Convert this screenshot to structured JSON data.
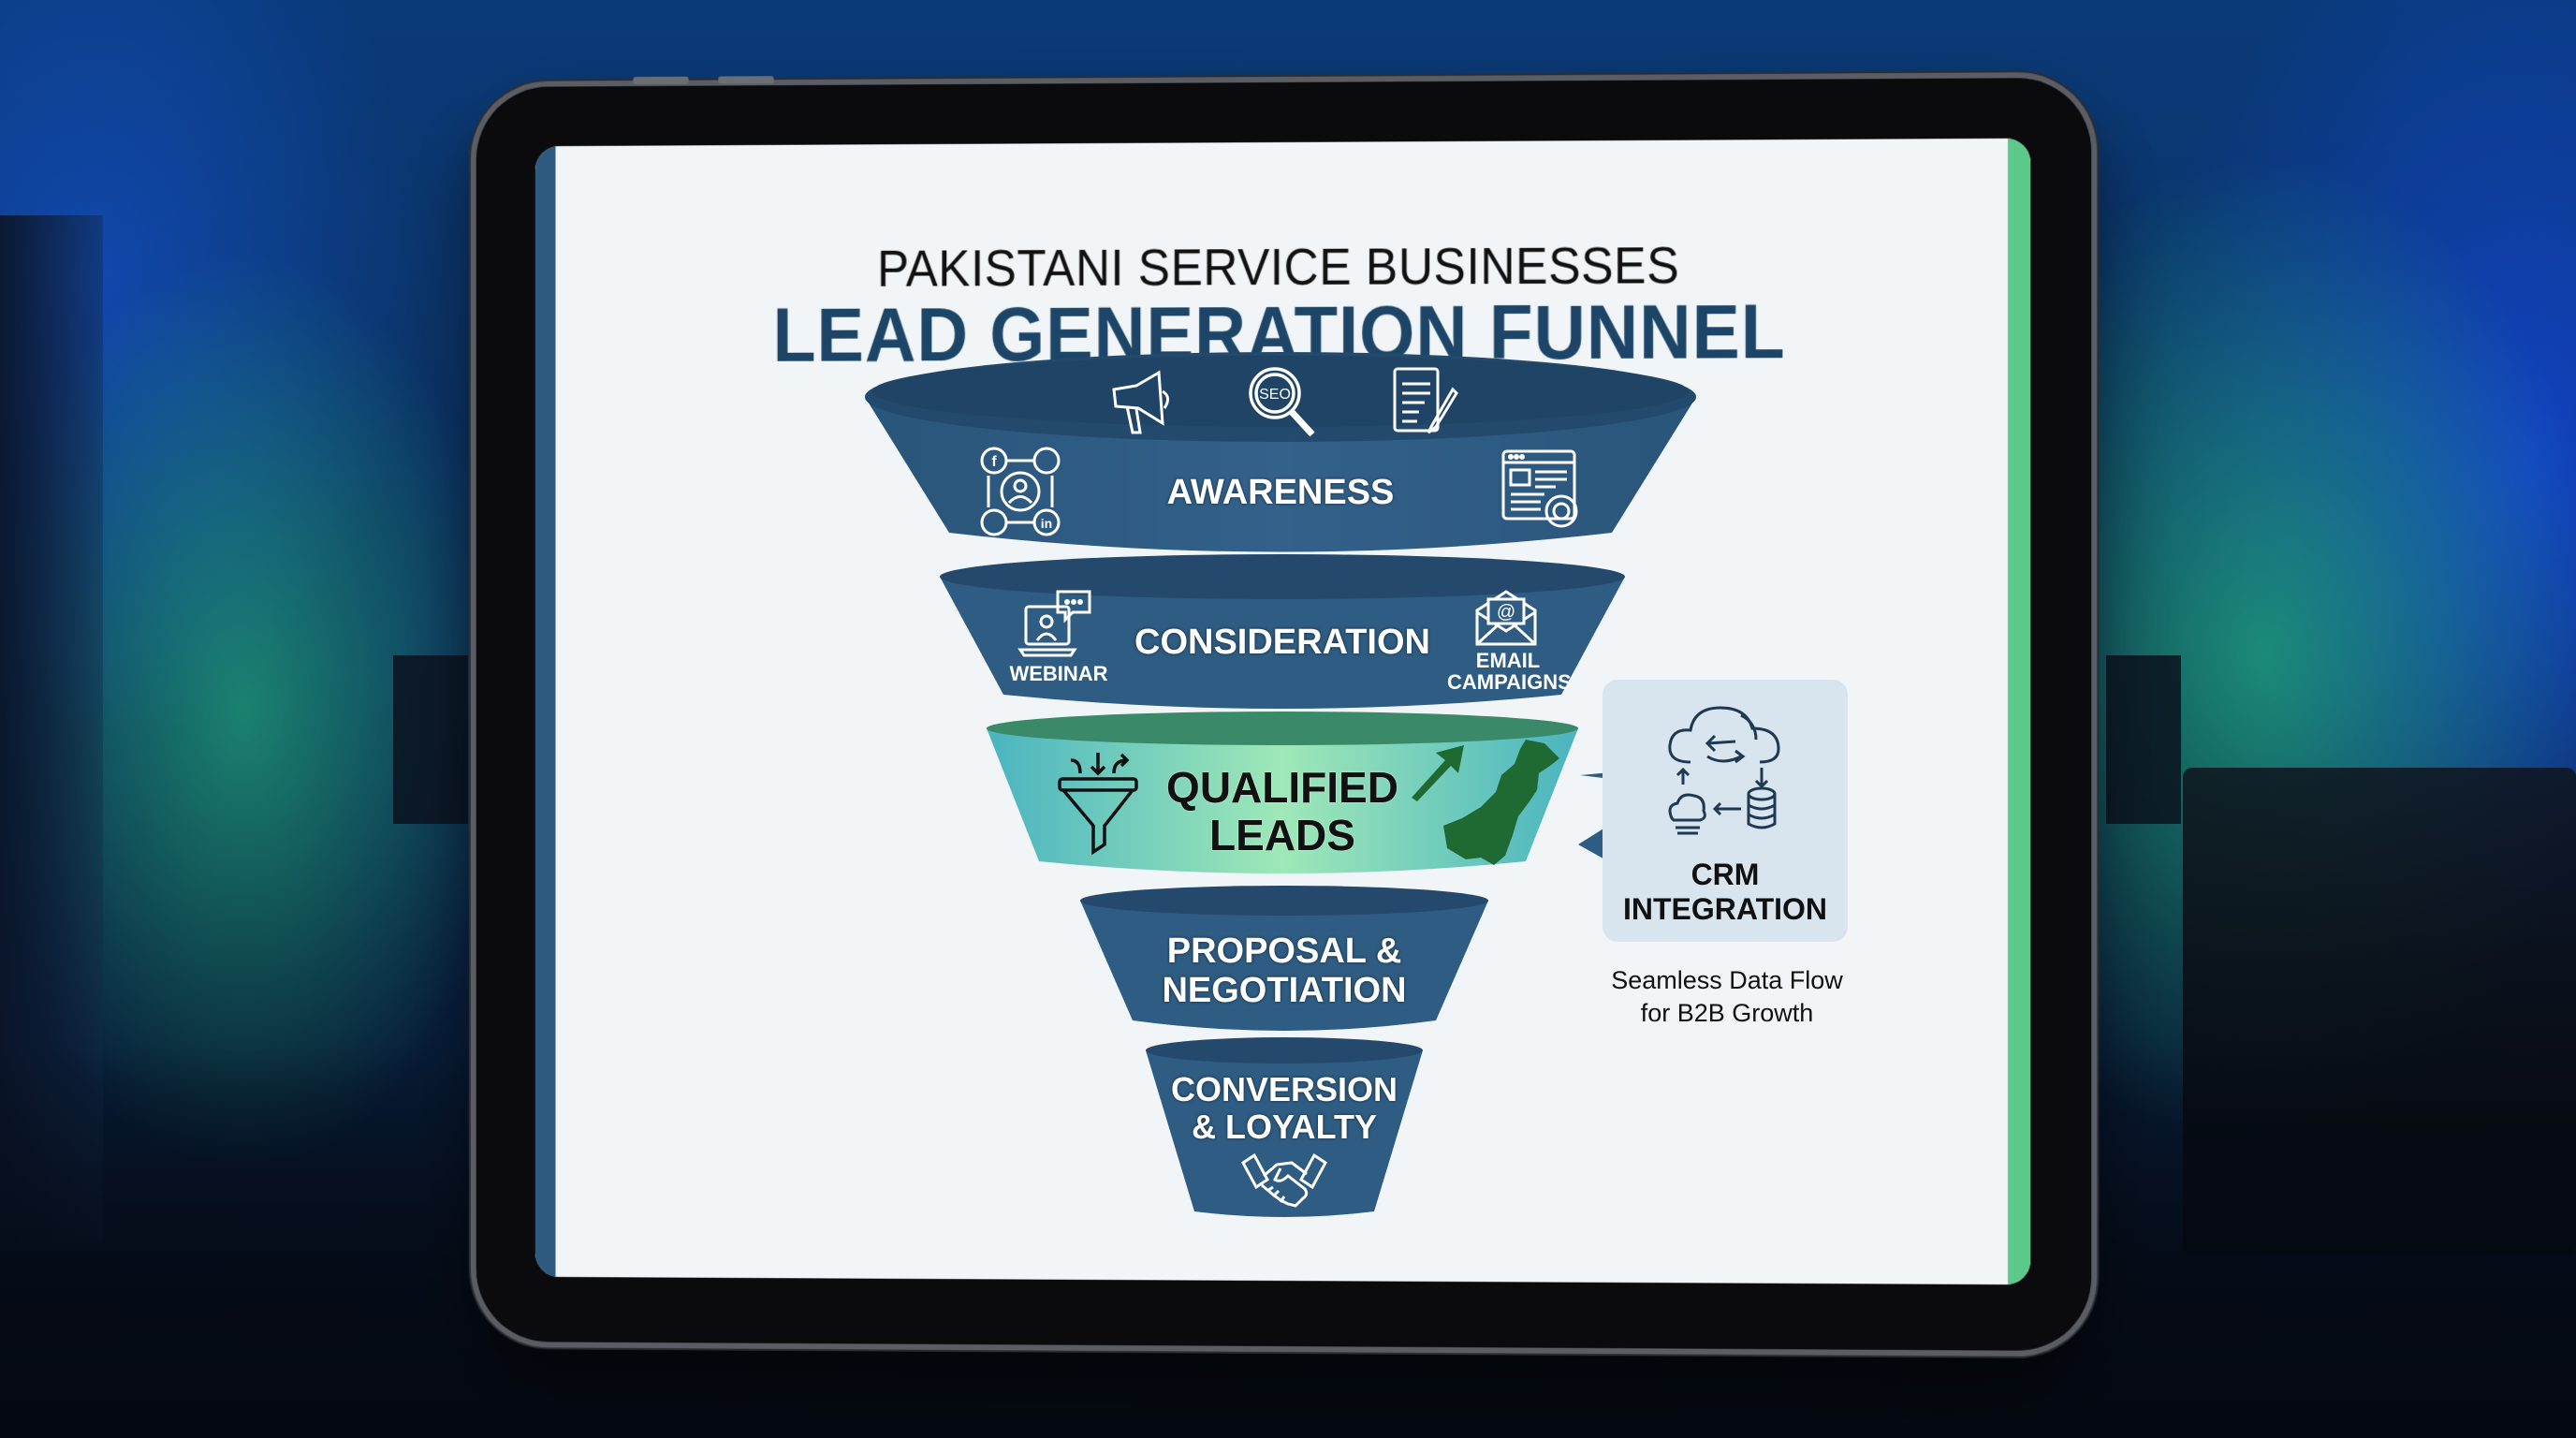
{
  "header": {
    "subtitle": "PAKISTANI SERVICE BUSINESSES",
    "title": "LEAD GENERATION FUNNEL"
  },
  "funnel": {
    "stages": [
      {
        "label": "AWARENESS",
        "color": "#2f5c82",
        "icons": [
          "megaphone-icon",
          "seo-search-icon",
          "content-writing-icon",
          "social-media-network-icon",
          "web-settings-icon"
        ]
      },
      {
        "label": "CONSIDERATION",
        "color": "#2f5c82",
        "icons": [
          "webinar-icon",
          "email-campaign-icon"
        ],
        "icon_labels": {
          "webinar": "WEBINAR",
          "email": "EMAIL CAMPAIGNS"
        }
      },
      {
        "label_line1": "QUALIFIED",
        "label_line2": "LEADS",
        "color": "#7fd9b0",
        "icons": [
          "filter-funnel-icon",
          "growth-arrow-icon",
          "pakistan-map-icon"
        ]
      },
      {
        "label_line1": "PROPOSAL &",
        "label_line2": "NEGOTIATION",
        "color": "#2f5c82"
      },
      {
        "label_line1": "CONVERSION",
        "label_line2": "& LOYALTY",
        "color": "#2f5c82",
        "icons": [
          "handshake-icon"
        ]
      }
    ]
  },
  "crm": {
    "title_line1": "CRM",
    "title_line2": "INTEGRATION",
    "caption_line1": "Seamless Data Flow",
    "caption_line2": "for B2B Growth",
    "icon": "cloud-sync-database-icon"
  },
  "colors": {
    "navy": "#2f5c82",
    "title_navy": "#1d4567",
    "accent_green": "#5cc98a",
    "teal": "#5cc3c4",
    "map_green": "#1f6a32"
  }
}
